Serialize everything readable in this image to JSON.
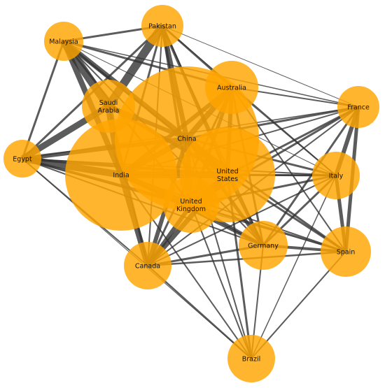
{
  "colors": {
    "node": "#FFA500",
    "edge": "#333333"
  },
  "nodes": [
    {
      "id": "pakistan",
      "label": "Pakistan"
    },
    {
      "id": "malaysia",
      "label": "Malaysia"
    },
    {
      "id": "saudi_arabia",
      "label": "Saudi Arabia"
    },
    {
      "id": "australia",
      "label": "Australia"
    },
    {
      "id": "china",
      "label": "China"
    },
    {
      "id": "france",
      "label": "France"
    },
    {
      "id": "egypt",
      "label": "Egypt"
    },
    {
      "id": "india",
      "label": "India"
    },
    {
      "id": "united_states",
      "label": "United States"
    },
    {
      "id": "italy",
      "label": "Italy"
    },
    {
      "id": "united_kingdom",
      "label": "United Kingdom"
    },
    {
      "id": "germany",
      "label": "Germany"
    },
    {
      "id": "spain",
      "label": "Spain"
    },
    {
      "id": "canada",
      "label": "Canada"
    },
    {
      "id": "brazil",
      "label": "Brazil"
    }
  ]
}
